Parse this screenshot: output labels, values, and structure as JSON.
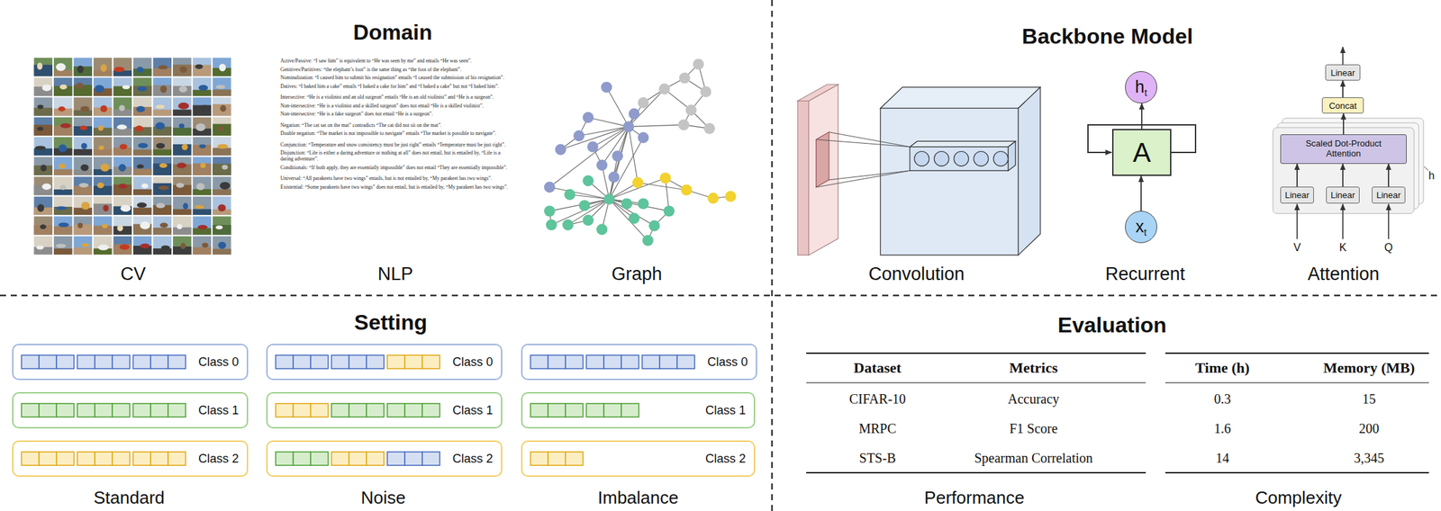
{
  "diagram": {
    "nodes": [
      {
        "text": [
          "h",
          "t"
        ]
      },
      {
        "text": [
          "A"
        ]
      },
      {
        "text": [
          "x",
          "t"
        ]
      },
      {
        "text": [
          "Linear"
        ]
      },
      {
        "text": [
          "Concat"
        ]
      },
      {
        "text": [
          "Scaled Dot-Product Attention"
        ]
      },
      {
        "text": [
          "Linear"
        ]
      },
      {
        "text": [
          "Linear"
        ]
      },
      {
        "text": [
          "Linear"
        ]
      },
      {
        "text": [
          "Class 0"
        ]
      },
      {
        "text": [
          "Class 1"
        ]
      },
      {
        "text": [
          "Class 2"
        ]
      },
      {
        "text": [
          "Class 0"
        ]
      },
      {
        "text": [
          "Class 1"
        ]
      },
      {
        "text": [
          "Class 2"
        ]
      },
      {
        "text": [
          "Class 0"
        ]
      },
      {
        "text": [
          "Class 1"
        ]
      },
      {
        "text": [
          "Class 2"
        ]
      }
    ],
    "edges": [
      {
        "from": 2,
        "to": 1,
        "arrow": "to"
      },
      {
        "from": 1,
        "to": 0,
        "arrow": "to"
      },
      {
        "from": 6,
        "to": 5,
        "arrow": "to"
      },
      {
        "from": 7,
        "to": 5,
        "arrow": "to"
      },
      {
        "from": 8,
        "to": 5,
        "arrow": "to"
      },
      {
        "from": 5,
        "to": 4,
        "arrow": "to"
      },
      {
        "from": 4,
        "to": 3,
        "arrow": "to"
      }
    ],
    "labels": [
      "Domain",
      "CV",
      "Active/Passive: “I saw him” is equivalent to “He was seen by me” and entails “He was seen”.",
      "Genitives/Partitives: “the elephant’s foot” is the same thing as “the foot of the elephant”.",
      "Nominalization: “I caused him to submit his resignation” entails “I caused the submission of his resignation”.",
      "Datives: “I baked him a cake” entails “I baked a cake for him” and “I baked a cake” but not “I baked him”.",
      "Intersective: “He is a violinist and an old surgeon” entails “He is an old violinist” and “He is a surgeon”.",
      "Non-intersective: “He is a violinist and a skilled surgeon” does not entail “He is a skilled violinist”.",
      "Non-intersective: “He is a fake surgeon” does not entail “He is a surgeon”.",
      "Negation: “The cat sat on the mat” contradicts “The cat did not sit on the mat”.",
      "Double negation: “The market is not impossible to navigate” entails “The market is possible to navigate”.",
      "Conjunction: “Temperature and snow consistency must be just right” entails “Temperature must be just right”.",
      "Disjunction: “Life is either a daring adventure or nothing at all” does not entail, but is entailed by, “Life is a daring adventure”.",
      "Conditionals: “If both apply, they are essentially impossible” does not entail “They are essentially impossible”.",
      "Universal: “All parakeets have two wings” entails, but is not entailed by, “My parakeet has two wings”.",
      "Existential: “Some parakeets have two wings” does not entail, but is entailed by, “My parakeet has two wings”.",
      "NLP",
      "Graph",
      "Backbone Model",
      "Convolution",
      "Recurrent",
      "V",
      "K",
      "Q",
      "h",
      "Attention",
      "Setting",
      "Standard",
      "Noise",
      "Imbalance",
      "Evaluation",
      "Dataset",
      "Metrics",
      "CIFAR-10",
      "Accuracy",
      "MRPC",
      "F1 Score",
      "STS-B",
      "Spearman Correlation",
      "Time (h)",
      "Memory (MB)",
      "0.3",
      "15",
      "1.6",
      "200",
      "14",
      "3,345",
      "Performance",
      "Complexity"
    ]
  }
}
